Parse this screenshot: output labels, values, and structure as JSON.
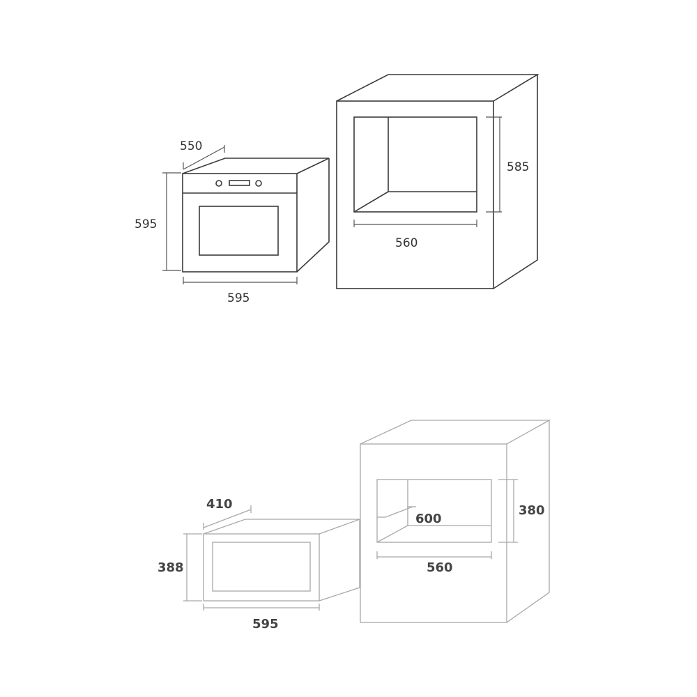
{
  "diagrams": {
    "built_in_oven": {
      "depth": "550",
      "height": "595",
      "width": "595"
    },
    "oven_cabinet_niche": {
      "height": "585",
      "width": "560"
    },
    "compact_oven": {
      "depth": "410",
      "height": "388",
      "width": "595"
    },
    "compact_cabinet_niche": {
      "depth": "600",
      "height": "380",
      "width": "560"
    }
  },
  "colors": {
    "line_dark": "#3a3a3a",
    "line_light": "#a8a8a8",
    "text": "#333333"
  }
}
